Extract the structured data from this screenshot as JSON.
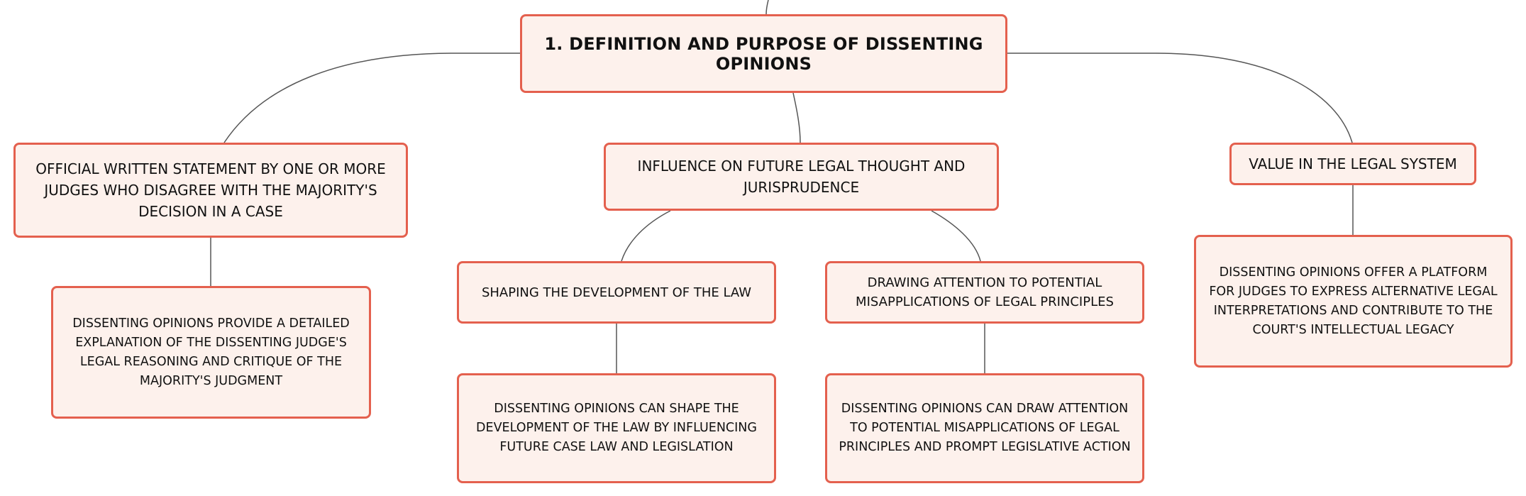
{
  "diagram": {
    "colors": {
      "node_fill": "#fdf1ec",
      "node_border": "#e4604e",
      "connector": "#555555",
      "text": "#111111"
    },
    "root": {
      "label": "1. DEFINITION AND PURPOSE OF DISSENTING OPINIONS"
    },
    "branches": [
      {
        "label": "OFFICIAL WRITTEN STATEMENT BY ONE OR MORE JUDGES WHO DISAGREE WITH THE MAJORITY'S DECISION IN A CASE",
        "detail": "DISSENTING OPINIONS PROVIDE A DETAILED EXPLANATION OF THE DISSENTING JUDGE'S LEGAL REASONING AND CRITIQUE OF THE MAJORITY'S JUDGMENT"
      },
      {
        "label": "INFLUENCE ON FUTURE LEGAL THOUGHT AND JURISPRUDENCE",
        "children": [
          {
            "label": "SHAPING THE DEVELOPMENT OF THE LAW",
            "detail": "DISSENTING OPINIONS CAN SHAPE THE DEVELOPMENT OF THE LAW BY INFLUENCING FUTURE CASE LAW AND LEGISLATION"
          },
          {
            "label": "DRAWING ATTENTION TO POTENTIAL MISAPPLICATIONS OF LEGAL PRINCIPLES",
            "detail": "DISSENTING OPINIONS CAN DRAW ATTENTION TO POTENTIAL MISAPPLICATIONS OF LEGAL PRINCIPLES AND PROMPT LEGISLATIVE ACTION"
          }
        ]
      },
      {
        "label": "VALUE IN THE LEGAL SYSTEM",
        "detail": "DISSENTING OPINIONS OFFER A PLATFORM FOR JUDGES TO EXPRESS ALTERNATIVE LEGAL INTERPRETATIONS AND CONTRIBUTE TO THE COURT'S INTELLECTUAL LEGACY"
      }
    ]
  }
}
